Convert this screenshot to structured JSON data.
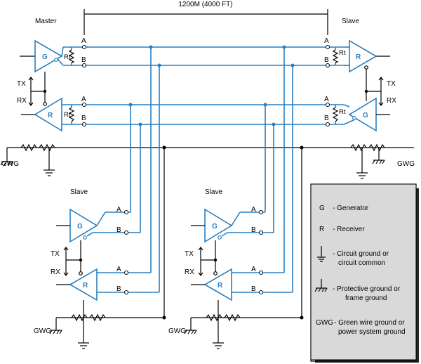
{
  "cable_length_label": "1200M (4000 FT)",
  "master_label": "Master",
  "slave_labels": {
    "top_right": "Slave",
    "bottom_left": "Slave",
    "bottom_middle": "Slave"
  },
  "line_a": "A",
  "line_b": "B",
  "generator_symbol": "G",
  "receiver_symbol": "R",
  "termination_label": "Rt",
  "tx_label": "TX",
  "rx_label": "RX",
  "gwg_label": "GWG",
  "legend": {
    "items": [
      {
        "symbol": "G",
        "text": "- Generator"
      },
      {
        "symbol": "R",
        "text": "- Receiver"
      },
      {
        "symbol": "",
        "text_line1": "- Circuit ground or",
        "text_line2": "circuit common"
      },
      {
        "symbol": "",
        "text_line1": "- Protective ground or",
        "text_line2": "frame ground"
      },
      {
        "symbol": "GWG",
        "text_line1": "- Green wire ground or",
        "text_line2": "power system ground"
      }
    ]
  },
  "colors": {
    "signal": "#2a7fc0",
    "ground": "#000000",
    "legend_bg": "#d9d9d9"
  }
}
